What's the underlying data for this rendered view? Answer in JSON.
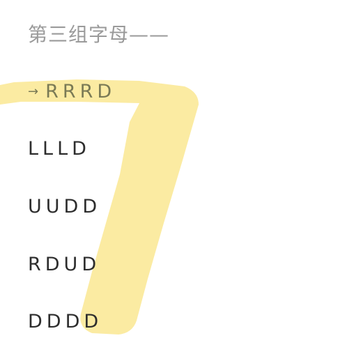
{
  "heading": "第三组字母——",
  "rows": [
    {
      "arrow": "→",
      "letters": "RRRD"
    },
    {
      "letters": "LLLD"
    },
    {
      "letters": "UUDD"
    },
    {
      "letters": "RDUD"
    },
    {
      "letters": "DDDD"
    }
  ],
  "colors": {
    "highlight": "#fbe99a",
    "text": "#2d2d2d",
    "heading": "#9a9a9a"
  }
}
